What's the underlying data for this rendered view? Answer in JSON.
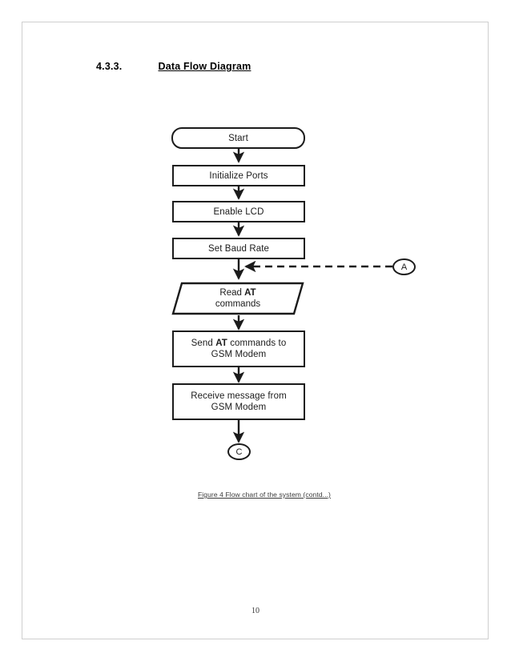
{
  "document": {
    "page_number": "10",
    "heading": {
      "number": "4.3.3.",
      "title": "Data Flow Diagram"
    },
    "caption": "Figure 4 Flow chart of the system (contd...)"
  },
  "flowchart": {
    "type": "flowchart",
    "nodes": [
      {
        "id": "start",
        "shape": "terminator",
        "label": "Start"
      },
      {
        "id": "init",
        "shape": "process",
        "label": "Initialize Ports"
      },
      {
        "id": "lcd",
        "shape": "process",
        "label": "Enable LCD"
      },
      {
        "id": "baud",
        "shape": "process",
        "label": "Set Baud Rate"
      },
      {
        "id": "read",
        "shape": "input-output",
        "label_pre": "Read ",
        "label_bold": "AT",
        "label_post": "",
        "label_line2": "commands"
      },
      {
        "id": "send",
        "shape": "process",
        "label_pre": "Send ",
        "label_bold": "AT",
        "label_post": " commands to",
        "label_line2": "GSM Modem"
      },
      {
        "id": "receive",
        "shape": "process",
        "label_line1": "Receive message from",
        "label_line2": "GSM Modem"
      },
      {
        "id": "conn-c",
        "shape": "connector",
        "label": "C"
      },
      {
        "id": "conn-a",
        "shape": "connector",
        "label": "A"
      }
    ],
    "edges": [
      {
        "from": "start",
        "to": "init",
        "style": "solid"
      },
      {
        "from": "init",
        "to": "lcd",
        "style": "solid"
      },
      {
        "from": "lcd",
        "to": "baud",
        "style": "solid"
      },
      {
        "from": "baud",
        "to": "read",
        "style": "solid"
      },
      {
        "from": "read",
        "to": "send",
        "style": "solid"
      },
      {
        "from": "send",
        "to": "receive",
        "style": "solid"
      },
      {
        "from": "receive",
        "to": "conn-c",
        "style": "solid"
      },
      {
        "from": "conn-a",
        "to": "baud",
        "style": "dashed"
      }
    ],
    "colors": {
      "stroke": "#1b1b1b",
      "fill": "#ffffff",
      "page_border": "#cfcfcf"
    }
  }
}
